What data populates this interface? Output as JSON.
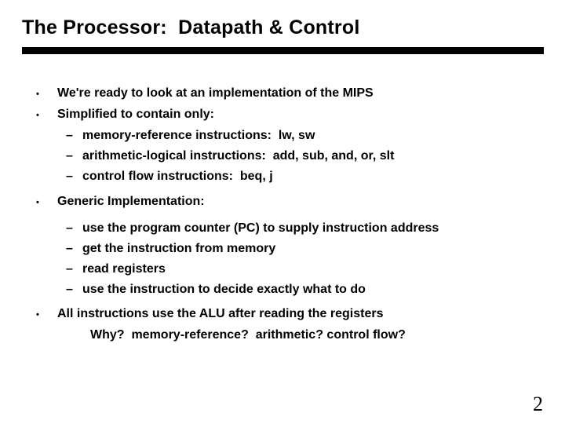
{
  "slide": {
    "title": "The Processor:  Datapath & Control",
    "page_number": "2",
    "colors": {
      "text": "#000000",
      "background": "#ffffff",
      "rule": "#000000"
    },
    "glyphs": {
      "bullet": "•",
      "dash": "–"
    },
    "lines": [
      {
        "level": 1,
        "text": "We're ready to look at an implementation of the MIPS"
      },
      {
        "level": 1,
        "text": "Simplified to contain only:"
      },
      {
        "level": 2,
        "text": "memory-reference instructions:  lw, sw"
      },
      {
        "level": 2,
        "text": "arithmetic-logical instructions:  add, sub, and, or, slt"
      },
      {
        "level": 2,
        "text": "control flow instructions:  beq, j"
      },
      {
        "level": 1,
        "text": "Generic Implementation:"
      },
      {
        "level": 2,
        "text": "use the program counter (PC) to supply instruction address"
      },
      {
        "level": 2,
        "text": "get the instruction from memory"
      },
      {
        "level": 2,
        "text": "read registers"
      },
      {
        "level": 2,
        "text": "use the instruction to decide exactly what to do"
      },
      {
        "level": 1,
        "text": "All instructions use the ALU after reading the registers"
      },
      {
        "level": 3,
        "text": "Why?  memory-reference?  arithmetic? control flow?"
      }
    ]
  }
}
